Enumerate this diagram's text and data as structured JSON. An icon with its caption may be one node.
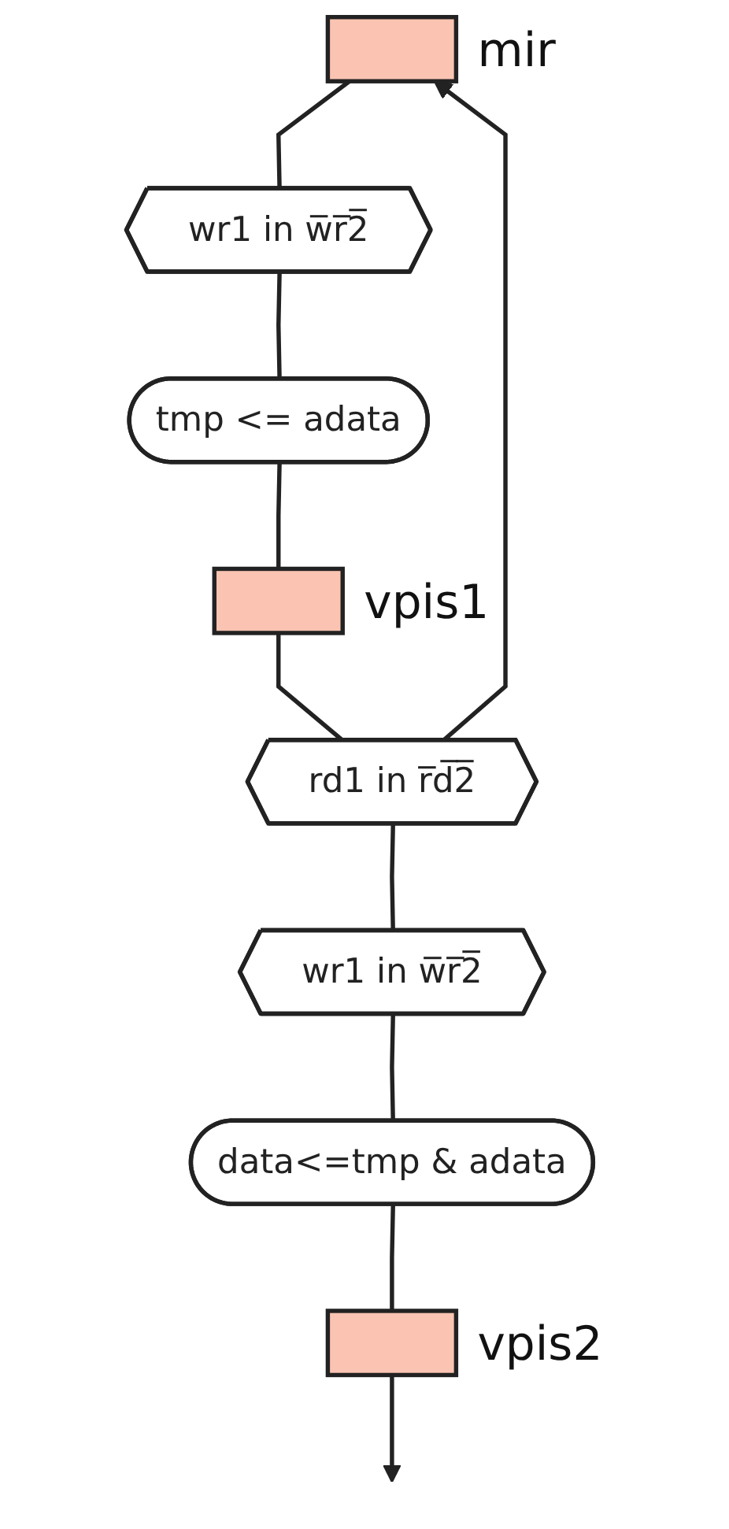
{
  "diagram": {
    "nodes": [
      {
        "text": [],
        "shape": "box",
        "beside": [
          "mir"
        ]
      },
      {
        "text": [
          "wr1 in w̅r̅2̅"
        ]
      },
      {
        "text": [
          "tmp <= adata"
        ]
      },
      {
        "text": [],
        "shape": "box",
        "beside": [
          "vpis1"
        ]
      },
      {
        "text": [
          "rd1 in r̅d̅2̅"
        ]
      },
      {
        "text": [
          "wr1 in w̅r̅2̅"
        ]
      },
      {
        "text": [
          "data<=tmp & adata"
        ]
      },
      {
        "text": [],
        "shape": "box",
        "beside": [
          "vpis2"
        ]
      }
    ],
    "edges": [
      {
        "from": 4,
        "to": 0,
        "arrow": "to"
      },
      {
        "from": 0,
        "to": 1,
        "arrow": "none"
      },
      {
        "from": 1,
        "to": 2,
        "arrow": "none"
      },
      {
        "from": 2,
        "to": 3,
        "arrow": "none"
      },
      {
        "from": 3,
        "to": 4,
        "arrow": "none"
      },
      {
        "from": 4,
        "to": 5,
        "arrow": "none"
      },
      {
        "from": 5,
        "to": 6,
        "arrow": "none"
      },
      {
        "from": 6,
        "to": 7,
        "arrow": "none"
      },
      {
        "from": 7,
        "to": null,
        "arrow": "to"
      }
    ]
  }
}
